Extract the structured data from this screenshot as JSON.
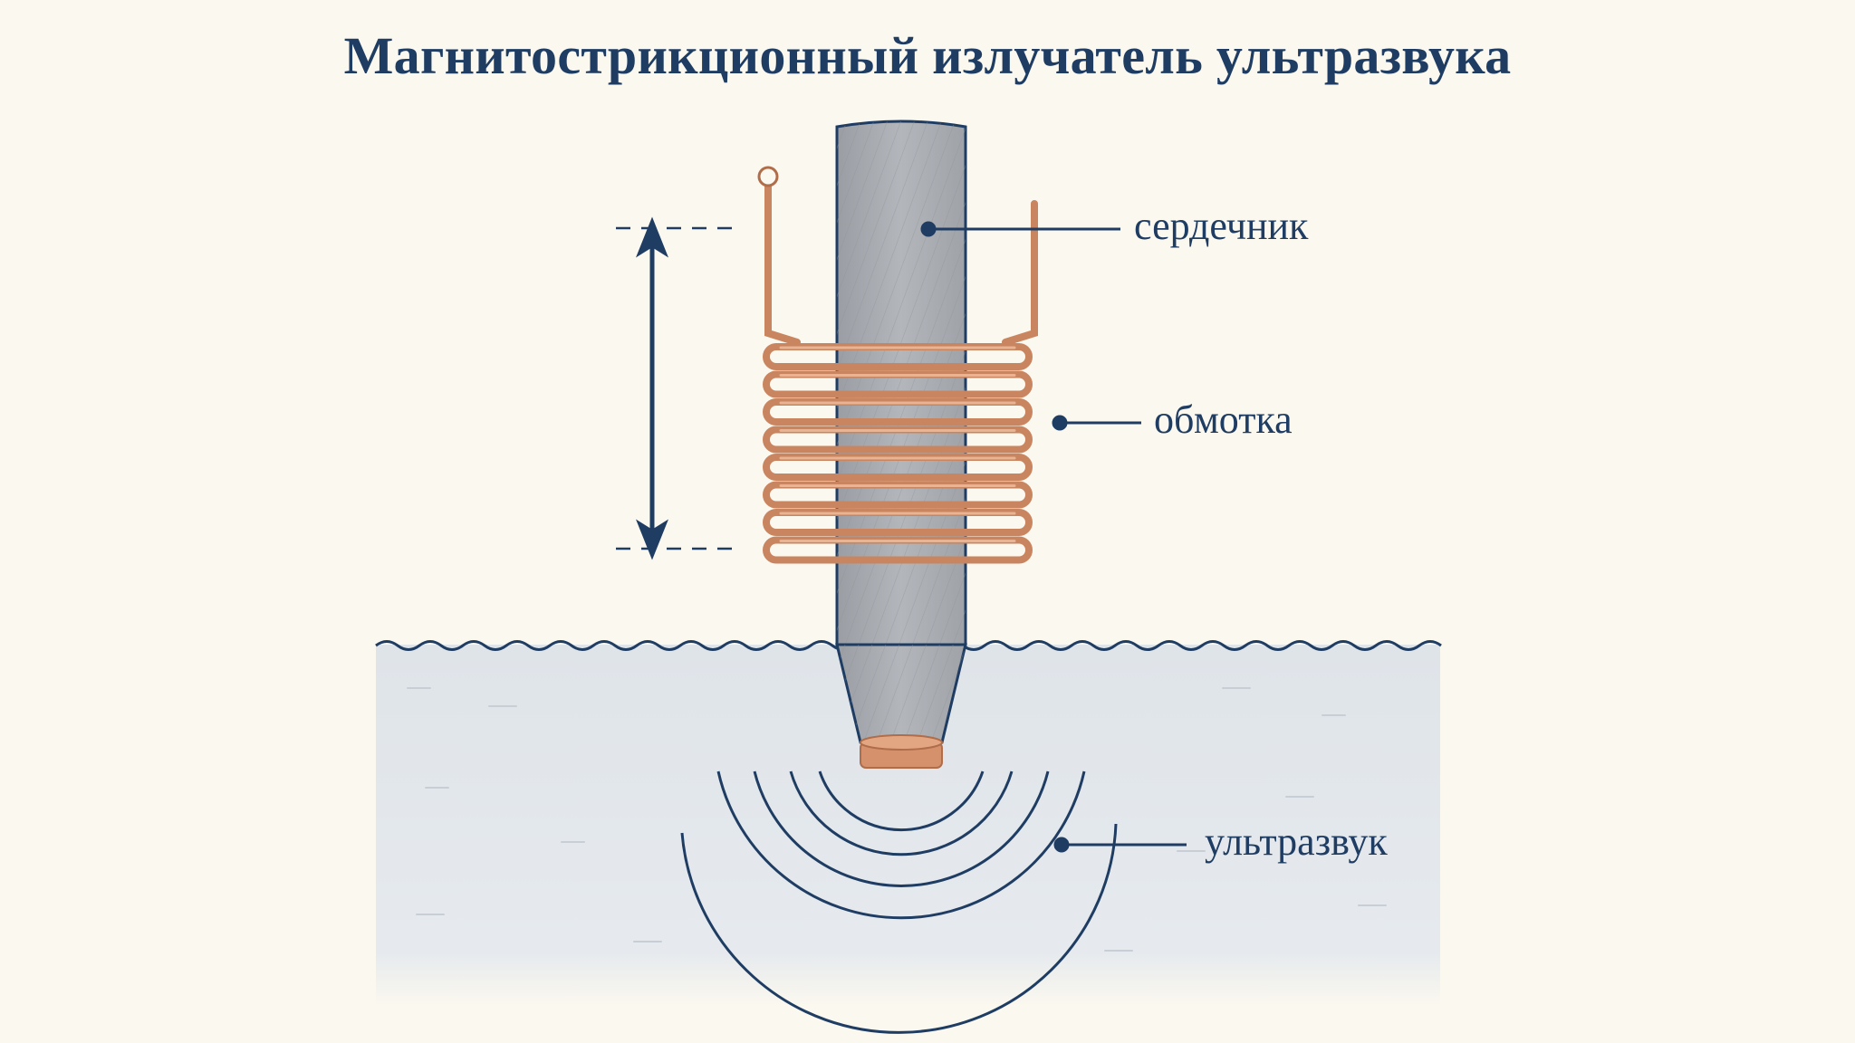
{
  "title": "Магнитострикционный излучатель ультразвука",
  "labels": {
    "core": "сердечник",
    "winding": "обмотка",
    "ultrasound": "ультразвук"
  },
  "colors": {
    "ink": "#1f3d63",
    "copper": "#c9855f",
    "core": "#a9acb1",
    "water": "#e4e8ec",
    "background": "#fbf8ef"
  }
}
